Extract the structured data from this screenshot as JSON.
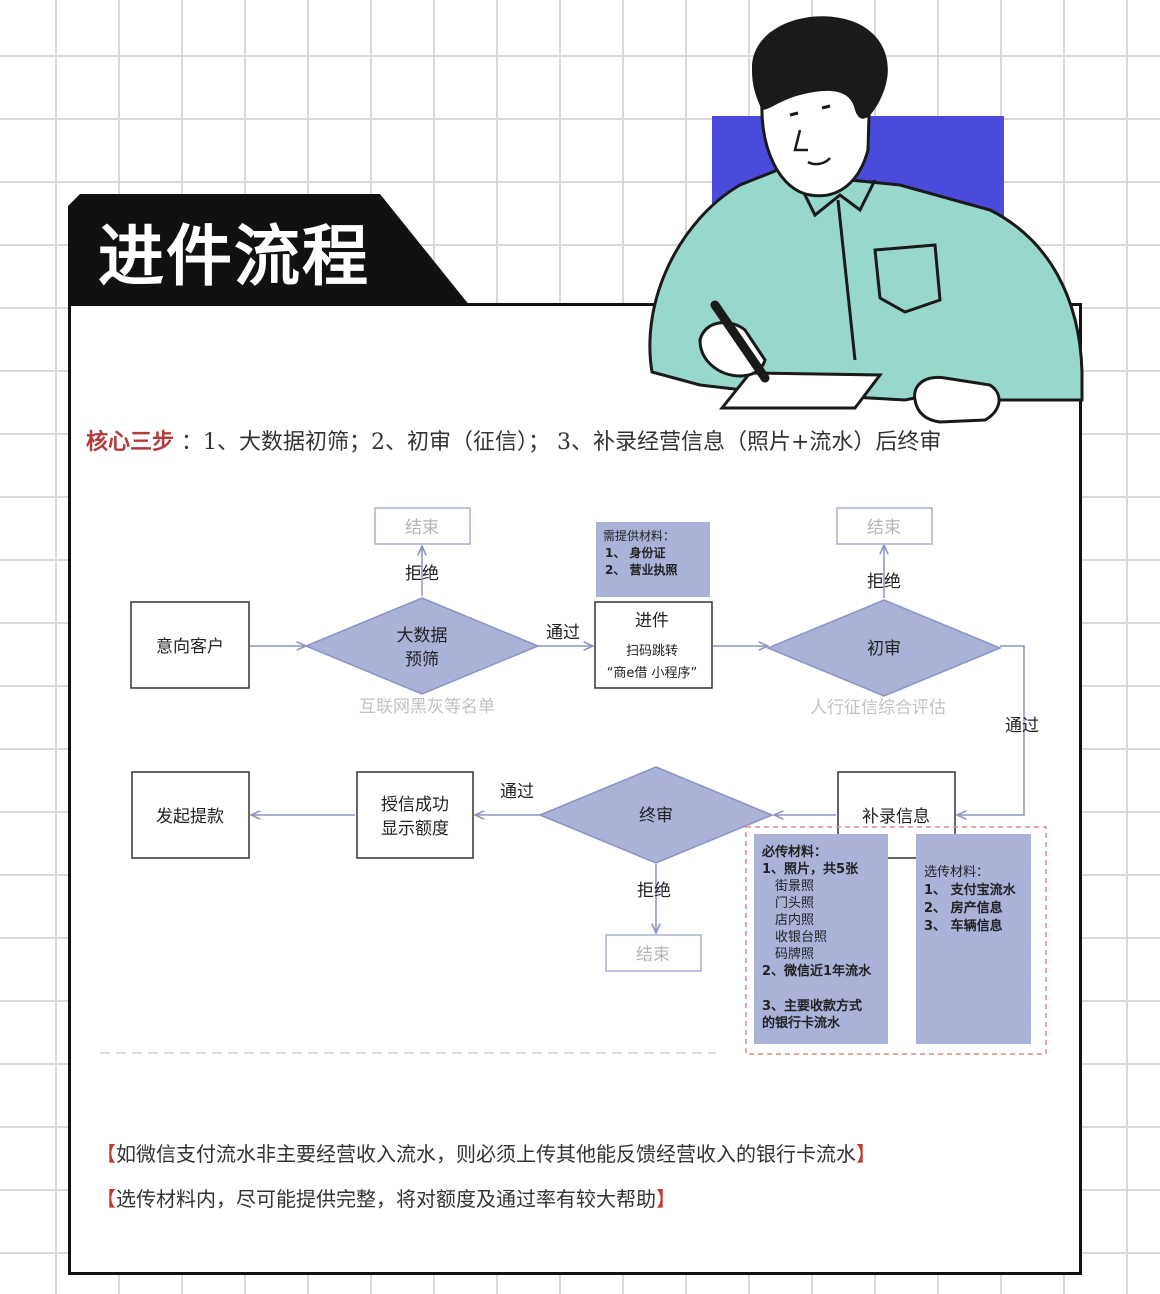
{
  "header": {
    "title": "进件流程"
  },
  "core_steps": {
    "label": "核心三步",
    "text": "：1、大数据初筛；2、初审（征信）； 3、补录经营信息（照片+流水）后终审"
  },
  "flow": {
    "nodes": {
      "intent_customer": "意向客户",
      "bigdata_line1": "大数据",
      "bigdata_line2": "预筛",
      "bigdata_caption": "互联网黑灰等名单",
      "end_top_left": "结束",
      "submit_title": "进件",
      "submit_line1": "扫码跳转",
      "submit_line2": "“商e借 小程序”",
      "initial_review": "初审",
      "initial_caption": "人行征信综合评估",
      "end_top_right": "结束",
      "supplement": "补录信息",
      "final_review": "终审",
      "end_bottom": "结束",
      "credit_line1": "授信成功",
      "credit_line2": "显示额度",
      "withdraw": "发起提款"
    },
    "edges": {
      "reject_bigdata": "拒绝",
      "pass_bigdata": "通过",
      "reject_initial": "拒绝",
      "pass_initial": "通过",
      "pass_final": "通过",
      "reject_final": "拒绝"
    },
    "required_docs": {
      "title": "需提供材料：",
      "items": [
        "1、 身份证",
        "2、 营业执照"
      ]
    },
    "mandatory": {
      "title": "必传材料：",
      "lines": [
        "1、照片，共5张",
        "街景照",
        "门头照",
        "店内照",
        "收银台照",
        "码牌照",
        "2、微信近1年流水",
        "3、主要收款方式",
        "的银行卡流水"
      ]
    },
    "optional": {
      "title": "选传材料：",
      "items": [
        "1、 支付宝流水",
        "2、 房产信息",
        "3、 车辆信息"
      ]
    }
  },
  "notes": [
    {
      "open": "【",
      "text": "如微信支付流水非主要经营收入流水，则必须上传其他能反馈经营收入的银行卡流水",
      "close": "】"
    },
    {
      "open": "【",
      "text": "选传材料内，尽可能提供完整，将对额度及通过率有较大帮助",
      "close": "】"
    }
  ],
  "colors": {
    "node_fill": "#aab2d8",
    "node_stroke": "#8a93c4",
    "accent_red": "#b33a3a",
    "shirt": "#98d8cc",
    "backdrop": "#4a4adc"
  }
}
